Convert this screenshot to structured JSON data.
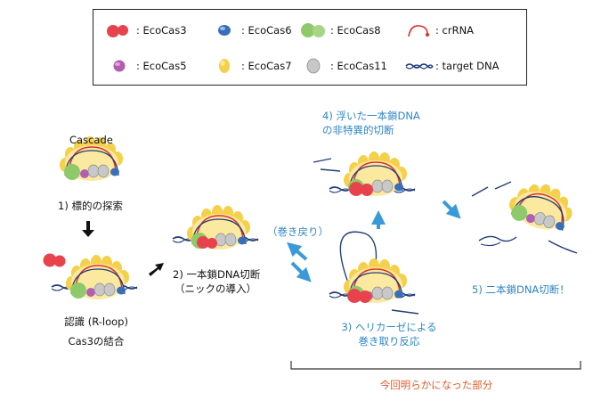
{
  "legend": {
    "cas3": ": EcoCas3",
    "cas6": ": EcoCas6",
    "cas8": ": EcoCas8",
    "crrna": ": crRNA",
    "cas5": ": EcoCas5",
    "cas7": ": EcoCas7",
    "cas11": ": EcoCas11",
    "target": ": target DNA"
  },
  "labels": {
    "cascade": "Cascade",
    "step1": "1)  標的の探索",
    "recognition": "認識 (R-loop)",
    "cas3_binding": "Cas3の結合",
    "step2_line1": "2) 一本鎖DNA切断",
    "step2_line2": "（ニックの導入）",
    "rewind": "（巻き戻り）",
    "step3_line1": "3) ヘリカーゼによる",
    "step3_line2": "巻き取り反応",
    "step4_line1": "4) 浮いた一本鎖DNA",
    "step4_line2": "の非特異的切断",
    "step5": "5) 二本鎖DNA切断！",
    "new_part": "今回明らかになった部分"
  },
  "colors": {
    "cas3": "#e8434c",
    "cas6": "#3a6fb8",
    "cas8": "#8fca6a",
    "crrna": "#d9322b",
    "cas5": "#b25fb0",
    "cas7": "#f5d04a",
    "cas11": "#c8c8c8",
    "dna": "#233c7a",
    "arrow_blue": "#3a9ad9",
    "text_blue": "#2f86c6",
    "text_red": "#e05a2b"
  }
}
